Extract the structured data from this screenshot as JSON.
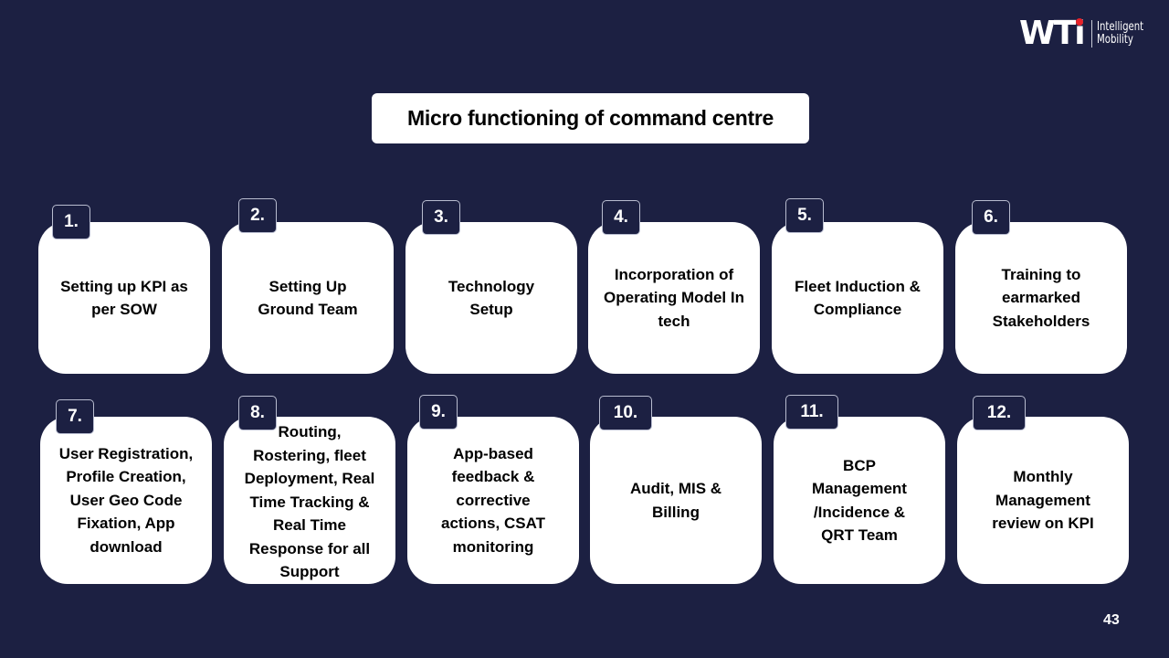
{
  "logo": {
    "brand": "WTi",
    "tagline_line1": "Intelligent",
    "tagline_line2": "Mobility",
    "accent_color": "#e8222a"
  },
  "title": "Micro functioning of command centre",
  "colors": {
    "background": "#1c2042",
    "card": "#ffffff",
    "text": "#000000"
  },
  "steps": [
    {
      "number": "1.",
      "label": "Setting up  KPI as per SOW"
    },
    {
      "number": "2.",
      "label": "Setting Up Ground  Team"
    },
    {
      "number": "3.",
      "label": "Technology Setup"
    },
    {
      "number": "4.",
      "label": "Incorporation  of Operating  Model In tech"
    },
    {
      "number": "5.",
      "label": "Fleet Induction  & Compliance"
    },
    {
      "number": "6.",
      "label": "Training to earmarked Stakeholders"
    },
    {
      "number": "7.",
      "label": "User Registration, Profile Creation, User Geo Code Fixation, App download"
    },
    {
      "number": "8.",
      "label": "Routing, Rostering, fleet Deployment, Real Time Tracking & Real Time Response for all Support"
    },
    {
      "number": "9.",
      "label": "App-based feedback & corrective actions,  CSAT monitoring"
    },
    {
      "number": "10.",
      "label": "Audit, MIS & Billing"
    },
    {
      "number": "11.",
      "label": "BCP Management /Incidence & QRT Team"
    },
    {
      "number": "12.",
      "label": "Monthly Management review on KPI"
    }
  ],
  "page_number": "43"
}
